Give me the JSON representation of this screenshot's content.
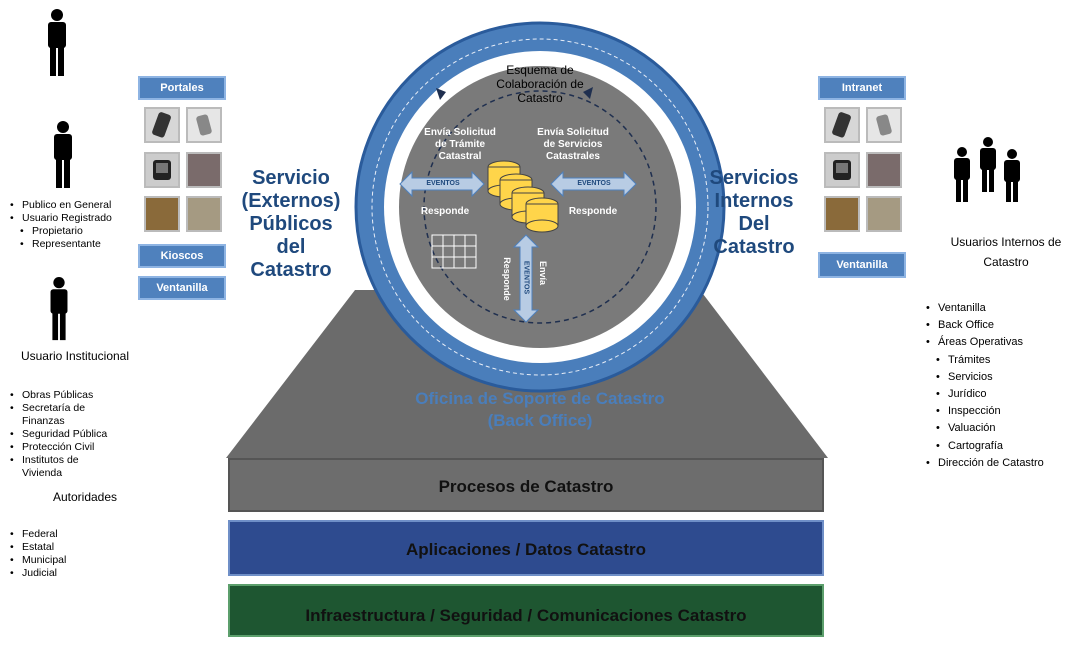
{
  "left": {
    "list_publico": [
      "Publico en General",
      "Usuario Registrado"
    ],
    "list_publico_sub": [
      "Propietario",
      "Representante"
    ],
    "usuario_institucional": "Usuario Institucional",
    "list_institucional": [
      "Obras Públicas",
      "Secretaría de Finanzas",
      "Seguridad Pública",
      "Protección Civil",
      "Institutos de Vivienda"
    ],
    "autoridades": "Autoridades",
    "list_autoridades": [
      "Federal",
      "Estatal",
      "Municipal",
      "Judicial"
    ]
  },
  "channels_left": {
    "portales": "Portales",
    "kioscos": "Kioscos",
    "ventanilla": "Ventanilla"
  },
  "channels_right": {
    "intranet": "Intranet",
    "ventanilla": "Ventanilla"
  },
  "servicio_externos": [
    "Servicio",
    "(Externos)",
    "Públicos",
    "del",
    "Catastro"
  ],
  "servicios_internos": [
    "Servicios",
    "Internos",
    "Del",
    "Catastro"
  ],
  "circle": {
    "esquema": [
      "Esquema de",
      "Colaboración de",
      "Catastro"
    ],
    "envia_tramite": [
      "Envía Solicitud",
      "de Trámite",
      "Catastral"
    ],
    "envia_servicios": [
      "Envía Solicitud",
      "de Servicios",
      "Catastrales"
    ],
    "eventos": "EVENTOS",
    "responde": "Responde",
    "envia": "Envía"
  },
  "oficina": [
    "Oficina de Soporte de Catastro",
    "(Back Office)"
  ],
  "layers": {
    "procesos": "Procesos de Catastro",
    "aplicaciones": "Aplicaciones / Datos Catastro",
    "infraestructura": "Infraestructura / Seguridad / Comunicaciones  Catastro"
  },
  "right": {
    "usuarios_internos": [
      "Usuarios Internos de",
      "Catastro"
    ],
    "list_internos": [
      "Ventanilla",
      "Back Office",
      "Áreas Operativas"
    ],
    "list_areas": [
      "Trámites",
      "Servicios",
      "Jurídico",
      "Inspección",
      "Valuación",
      "Cartografía"
    ],
    "list_direccion": [
      "Dirección de Catastro"
    ]
  },
  "colors": {
    "accent": "#1f497d",
    "button": "#4f81bd",
    "ring": "#4a7ebb",
    "layer_gray": "#6d6d6d",
    "layer_blue": "#2e4b8f",
    "layer_green": "#1e5631"
  }
}
